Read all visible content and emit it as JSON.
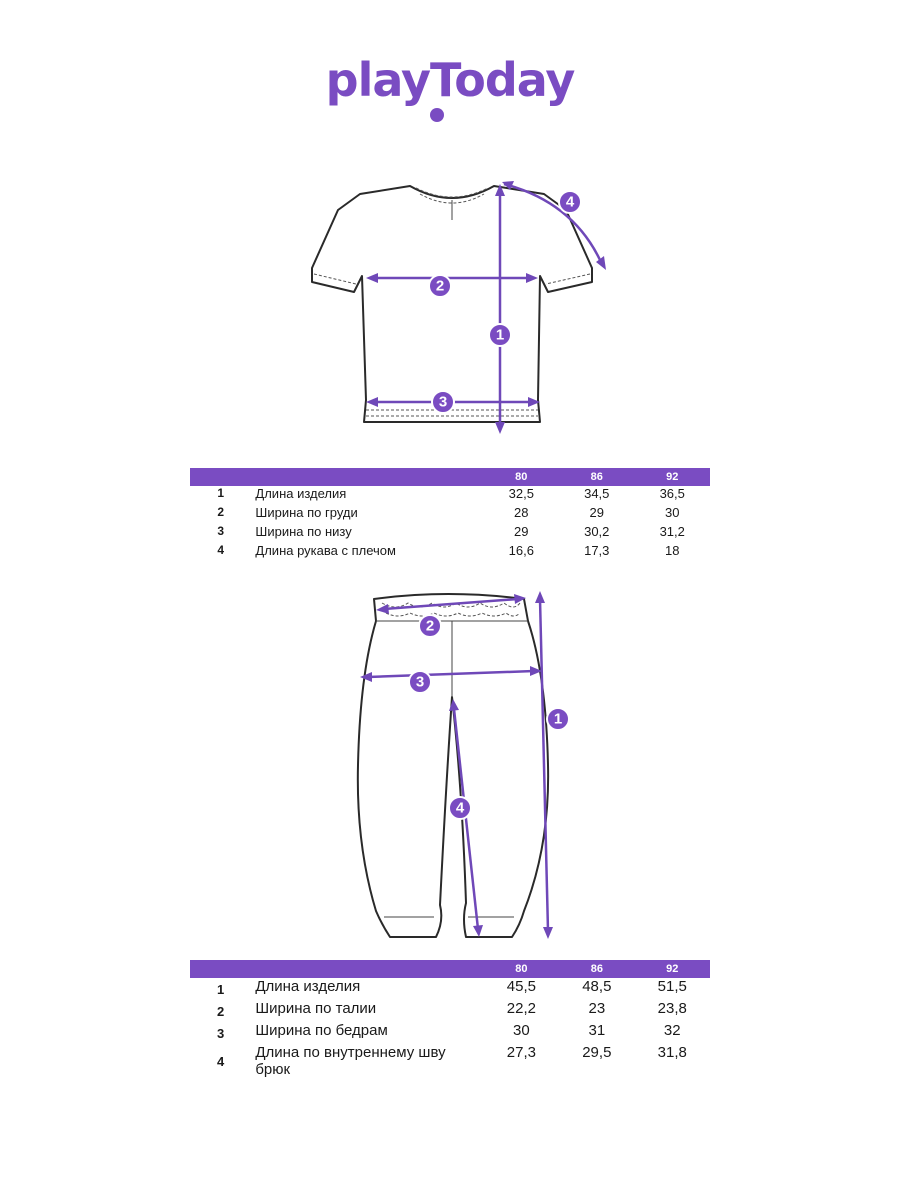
{
  "brand": {
    "name": "playToday",
    "color": "#7a4cc2"
  },
  "top_table": {
    "sizes": [
      "80",
      "86",
      "92"
    ],
    "rows": [
      {
        "num": "1",
        "label": "Длина изделия",
        "values": [
          "32,5",
          "34,5",
          "36,5"
        ]
      },
      {
        "num": "2",
        "label": "Ширина по груди",
        "values": [
          "28",
          "29",
          "30"
        ]
      },
      {
        "num": "3",
        "label": "Ширина по низу",
        "values": [
          "29",
          "30,2",
          "31,2"
        ]
      },
      {
        "num": "4",
        "label": "Длина рукава с плечом",
        "values": [
          "16,6",
          "17,3",
          "18"
        ]
      }
    ]
  },
  "bottom_table": {
    "sizes": [
      "80",
      "86",
      "92"
    ],
    "rows": [
      {
        "num": "1",
        "label": "Длина изделия",
        "values": [
          "45,5",
          "48,5",
          "51,5"
        ]
      },
      {
        "num": "2",
        "label": "Ширина по талии",
        "values": [
          "22,2",
          "23",
          "23,8"
        ]
      },
      {
        "num": "3",
        "label": "Ширина по бедрам",
        "values": [
          "30",
          "31",
          "32"
        ]
      },
      {
        "num": "4",
        "label": "Длина по внутреннему шву брюк",
        "values": [
          "27,3",
          "29,5",
          "31,8"
        ]
      }
    ]
  },
  "tshirt_badges": [
    "1",
    "2",
    "3",
    "4"
  ],
  "pants_badges": [
    "1",
    "2",
    "3",
    "4"
  ]
}
